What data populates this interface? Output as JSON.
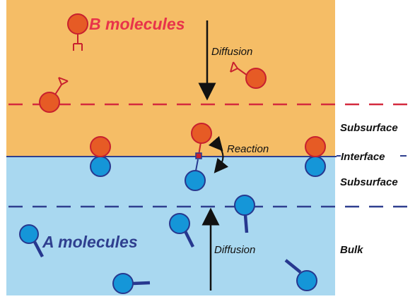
{
  "colors": {
    "upper_phase": "#f5bd66",
    "lower_phase": "#a9d8f0",
    "b_molecule_fill": "#e65b25",
    "b_molecule_stroke": "#c8202e",
    "a_molecule_fill": "#1596d8",
    "a_molecule_stroke": "#27388f",
    "interface_line": "#2f3f8f",
    "upper_dashes": "#d42a3e",
    "lower_dashes": "#2f3f8f"
  },
  "labels": {
    "b_title": "B molecules",
    "a_title": "A molecules",
    "diffusion_top": "Diffusion",
    "diffusion_bottom": "Diffusion",
    "reaction": "Reaction",
    "subsurface_upper": "Subsurface",
    "interface": "Interface",
    "subsurface_lower": "Subsurface",
    "bulk": "Bulk"
  },
  "icons": {
    "b_molecule": "circle-with-forked-tail",
    "a_molecule": "circle-with-bar-tail",
    "diffusion_arrow": "arrow",
    "reaction_arrow": "curved-double-arrow"
  }
}
